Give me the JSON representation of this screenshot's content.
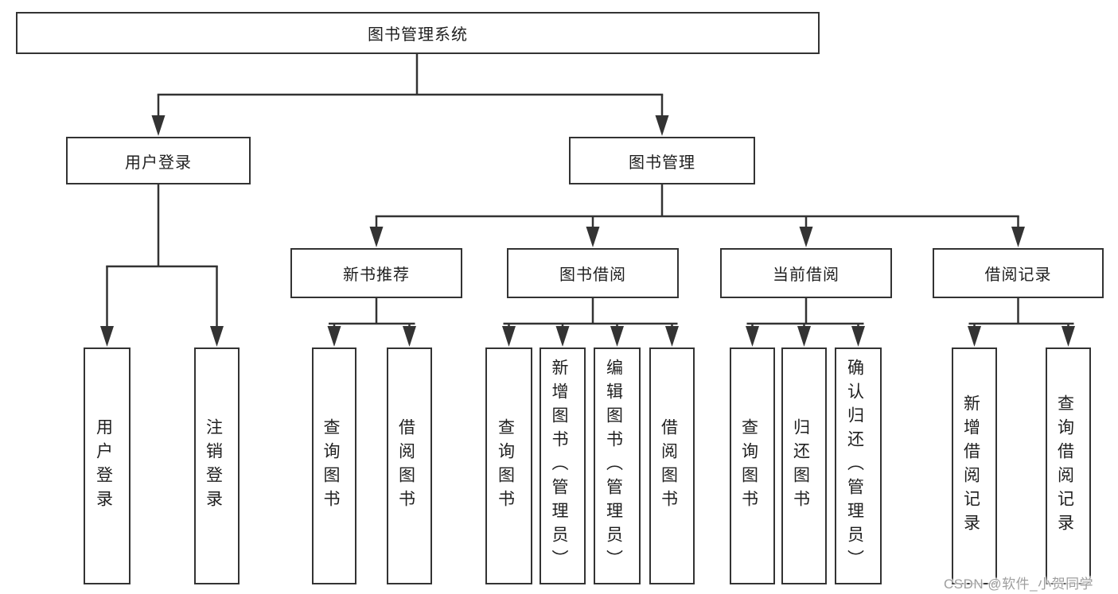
{
  "tree": {
    "label": "图书管理系统",
    "children": [
      {
        "label": "用户登录",
        "children": [
          {
            "label": "用户登录"
          },
          {
            "label": "注销登录"
          }
        ]
      },
      {
        "label": "图书管理",
        "children": [
          {
            "label": "新书推荐",
            "children": [
              {
                "label": "查询图书"
              },
              {
                "label": "借阅图书"
              }
            ]
          },
          {
            "label": "图书借阅",
            "children": [
              {
                "label": "查询图书"
              },
              {
                "label": "新增图书（管理员）"
              },
              {
                "label": "编辑图书（管理员）"
              },
              {
                "label": "借阅图书"
              }
            ]
          },
          {
            "label": "当前借阅",
            "children": [
              {
                "label": "查询图书"
              },
              {
                "label": "归还图书"
              },
              {
                "label": "确认归还（管理员）"
              }
            ]
          },
          {
            "label": "借阅记录",
            "children": [
              {
                "label": "新增借阅记录"
              },
              {
                "label": "查询借阅记录"
              }
            ]
          }
        ]
      }
    ]
  },
  "watermark": "CSDN @软件_小贺同学",
  "colors": {
    "line": "#333333",
    "box_border": "#333333",
    "text": "#1f1f1f",
    "background": "#ffffff",
    "watermark": "#9e9e9e"
  }
}
